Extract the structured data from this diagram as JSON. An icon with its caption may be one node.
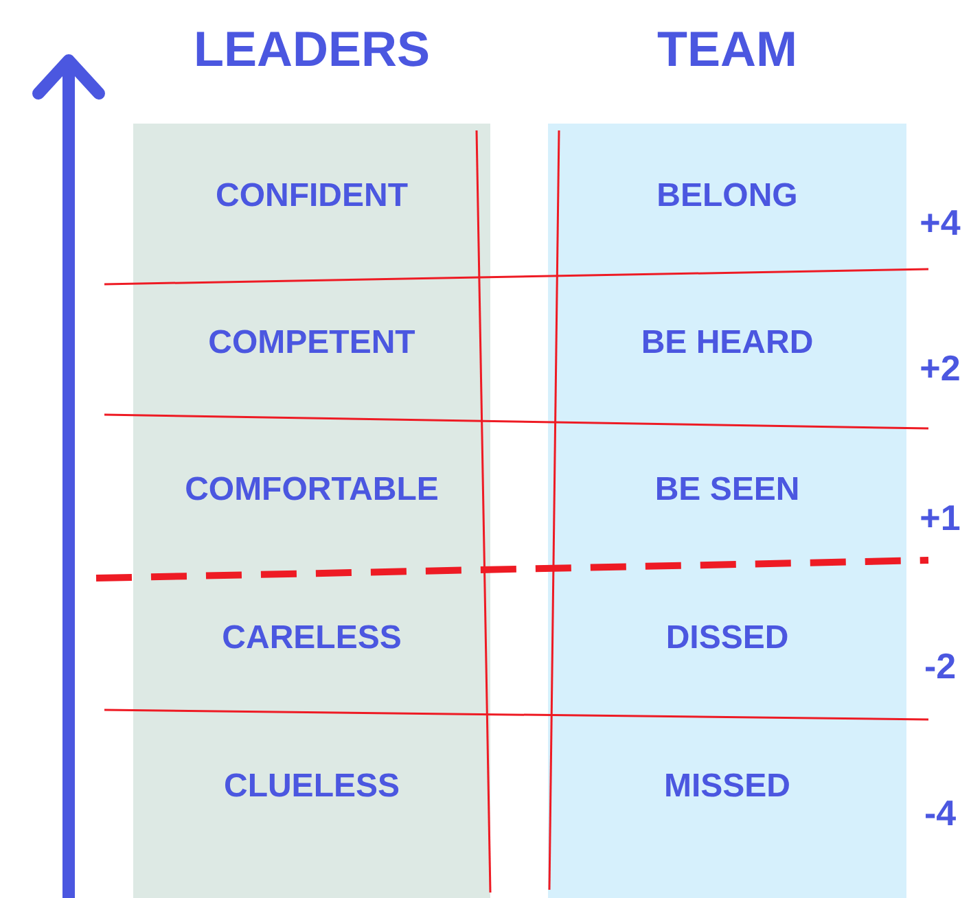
{
  "diagram": {
    "nodes": [
      {
        "text": [
          "LEADERS",
          "CONFIDENT",
          "COMPETENT",
          "COMFORTABLE",
          "CARELESS",
          "CLUELESS"
        ]
      },
      {
        "text": [
          "TEAM",
          "BELONG",
          "BE HEARD",
          "BE SEEN",
          "DISSED",
          "MISSED"
        ]
      }
    ],
    "labels": [
      "+4",
      "+2",
      "+1",
      "-2",
      "-4"
    ]
  }
}
